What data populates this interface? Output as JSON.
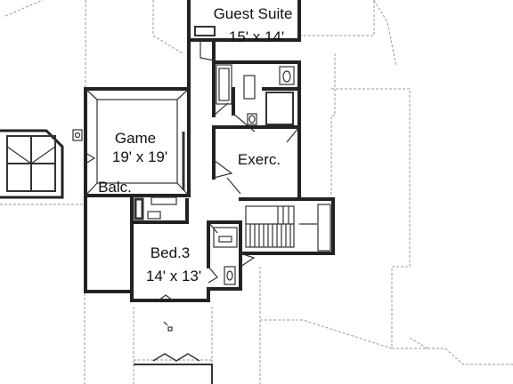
{
  "rooms": {
    "guest_suite": {
      "name": "Guest Suite",
      "size": "15' x 14'"
    },
    "game": {
      "name": "Game",
      "size": "19' x 19'"
    },
    "exercise": {
      "name": "Exerc."
    },
    "balcony": {
      "name": "Balc."
    },
    "bedroom3": {
      "name": "Bed.3",
      "size": "14' x 13'"
    }
  }
}
